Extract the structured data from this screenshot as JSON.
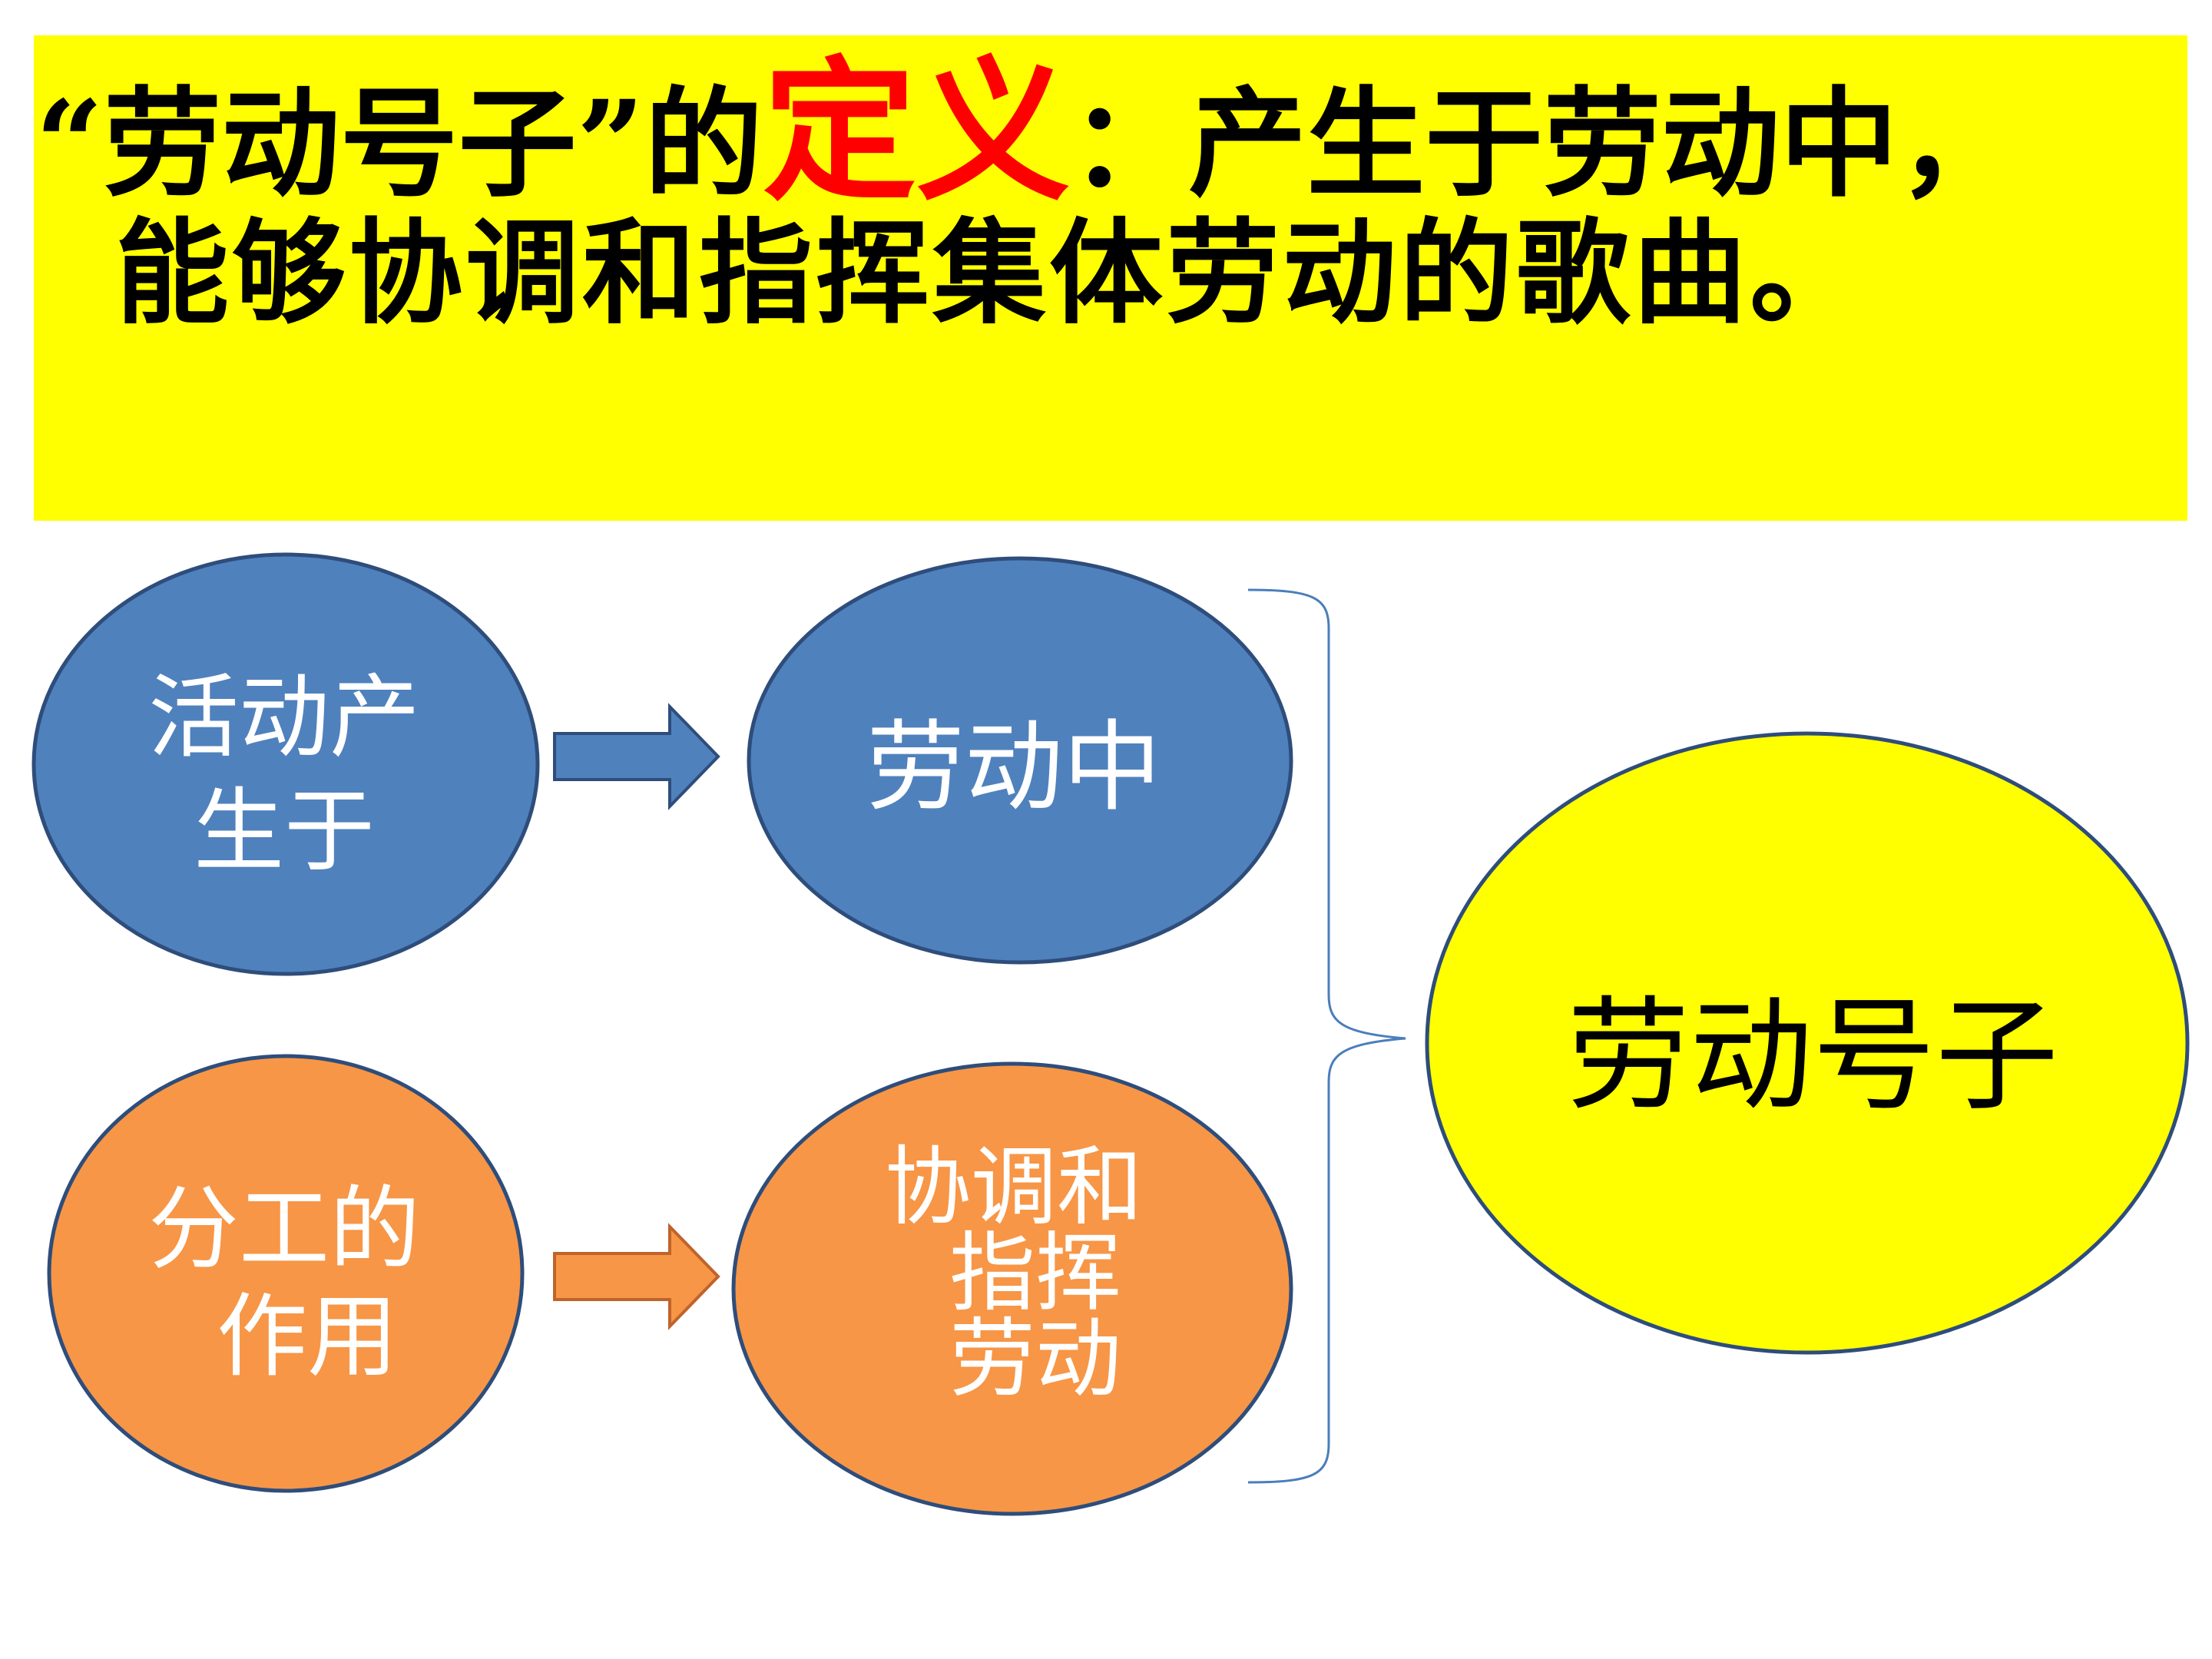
{
  "definition": {
    "line1_prefix": "“劳动号子”的",
    "line1_emphasis": "定义",
    "line1_suffix": "：产生于劳动中，",
    "line2": "能够协调和指挥集体劳动的歌曲。"
  },
  "colors": {
    "banner_bg": "#ffff00",
    "emphasis": "#ff0000",
    "blue_node": "#4f81bd",
    "orange_node": "#f79646",
    "result_node": "#ffff00",
    "node_border": "#2e4d7b",
    "brace": "#4a7ebb"
  },
  "nodes": {
    "activity": {
      "line1": "活动产",
      "line2": "生于"
    },
    "labor": {
      "label": "劳动中"
    },
    "division": {
      "line1": "分工的",
      "line2": "作用"
    },
    "coordinate": {
      "line1": "协调和",
      "line2": "指挥",
      "line3": "劳动"
    },
    "result": {
      "label": "劳动号子"
    }
  }
}
